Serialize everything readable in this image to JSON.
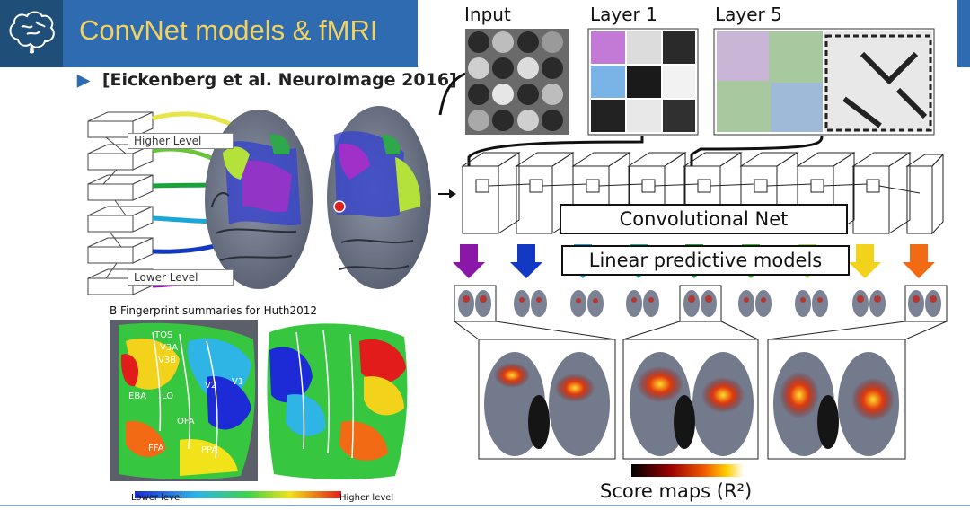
{
  "slide": {
    "title": "ConvNet models & fMRI",
    "citation": "[Eickenberg et al. NeuroImage 2016]"
  },
  "convnet_panel": {
    "input_label": "Input",
    "layer1_label": "Layer 1",
    "layer5_label": "Layer 5",
    "convolutional_net": "Convolutional Net",
    "linear_models": "Linear predictive models",
    "score_maps": "Score maps (R²)"
  },
  "brain_panel": {
    "higher_level": "Higher Level",
    "lower_level": "Lower Level",
    "fingerprint_caption": "B Fingerprint summaries for Huth2012",
    "legend_low": "Lower level",
    "legend_high": "Higher level",
    "roi_labels": [
      "TOS",
      "V3A",
      "V3B",
      "LO",
      "EBA",
      "V2",
      "V1",
      "OFA",
      "FFA",
      "PPA"
    ]
  },
  "colors": {
    "title_bar": "#2e6bb1",
    "title_text": "#f3d35e",
    "logo_bg": "#1f4e79",
    "arrows": [
      "#8a17a8",
      "#1238c4",
      "#1aa3d8",
      "#14b3a4",
      "#13a83a",
      "#33c22a",
      "#a8e23a",
      "#f2d21b",
      "#f26a14"
    ]
  },
  "icons": [
    "brain-logo-icon",
    "play-triangle-icon"
  ]
}
